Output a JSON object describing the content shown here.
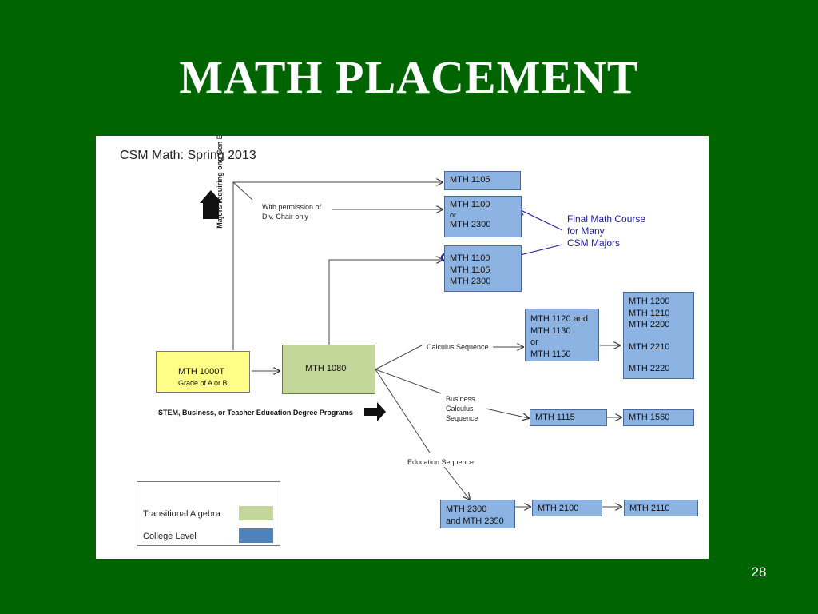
{
  "slide": {
    "title": "MATH PLACEMENT",
    "page_number": "28"
  },
  "diagram": {
    "title": "CSM Math: Spring 2013",
    "boxes": {
      "mth1105_top": [
        "MTH 1105"
      ],
      "mth1100_or_2300": [
        "MTH 1100",
        "or",
        "MTH 2300"
      ],
      "mth1100_1105_2300": [
        "MTH 1100",
        "MTH 1105",
        "MTH 2300"
      ],
      "mth1000t": [
        "MTH 1000T",
        "Grade of A or B"
      ],
      "mth1080": [
        "MTH 1080"
      ],
      "mth1120_1130_1150": [
        "MTH 1120 and",
        "MTH 1130",
        "or",
        "MTH 1150"
      ],
      "mth1200_group": [
        "MTH 1200",
        "MTH 1210",
        "MTH 2200",
        "",
        "MTH 2210",
        "",
        "MTH 2220"
      ],
      "mth1115": [
        "MTH 1115"
      ],
      "mth1560": [
        "MTH 1560"
      ],
      "mth2300_2350": [
        "MTH 2300",
        "and MTH 2350"
      ],
      "mth2100": [
        "MTH 2100"
      ],
      "mth2110": [
        "MTH 2110"
      ]
    },
    "labels": {
      "permission": [
        "With permission of",
        "Div. Chair only"
      ],
      "calculus_sequence": "Calculus Sequence",
      "business_calculus_sequence": [
        "Business",
        "Calculus",
        "Sequence"
      ],
      "education_sequence": "Education Sequence",
      "majors_gen_ed": "Majors requiring one Gen Ed Math",
      "programs": "STEM, Business, or Teacher Education Degree Programs",
      "final_note": [
        "Final Math Course",
        "for Many",
        "CSM Majors"
      ]
    },
    "legend": {
      "items": [
        {
          "label": "Transitional Algebra",
          "color": "#c4d79b"
        },
        {
          "label": "College Level",
          "color": "#4f81bd"
        }
      ]
    },
    "colors": {
      "college_box": "#8db3e2",
      "transitional_box": "#c4d79b",
      "entry_box": "#ffff88",
      "highlight_oval": "#2a2a9a"
    }
  }
}
